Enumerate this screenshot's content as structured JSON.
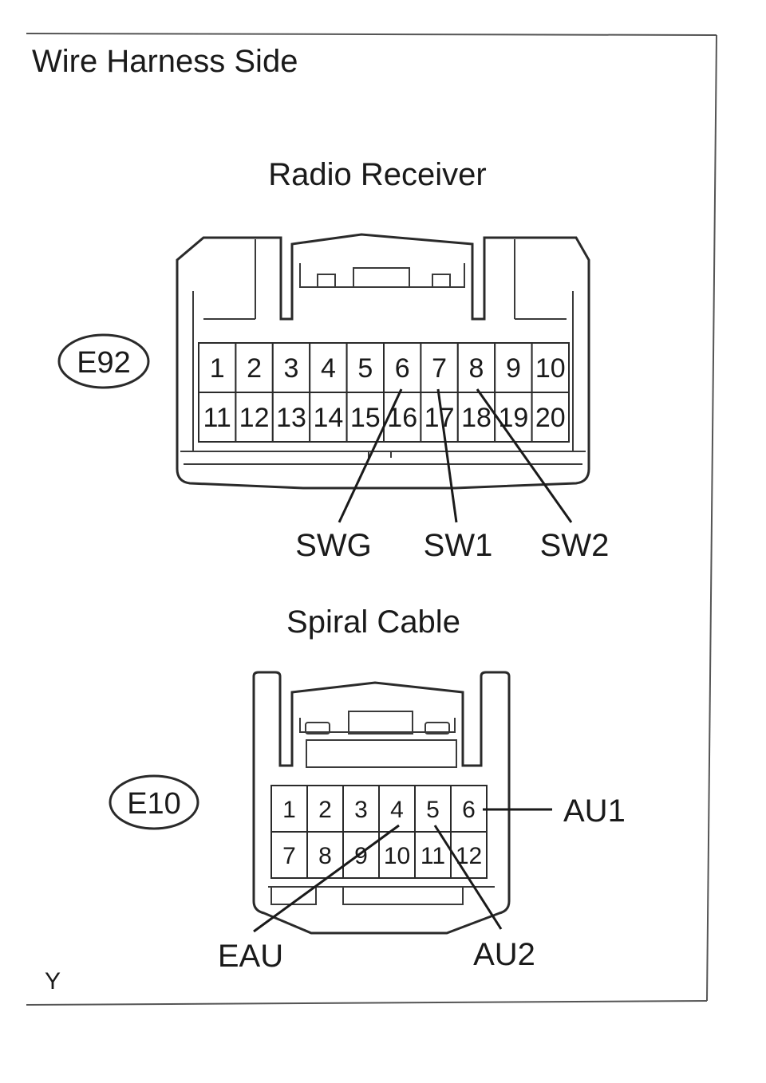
{
  "title": "Wire Harness Side",
  "corner_mark": "Y",
  "connectors": [
    {
      "id": "radio-receiver",
      "heading": "Radio Receiver",
      "code": "E92",
      "pins_top": [
        "1",
        "2",
        "3",
        "4",
        "5",
        "6",
        "7",
        "8",
        "9",
        "10"
      ],
      "pins_bottom": [
        "11",
        "12",
        "13",
        "14",
        "15",
        "16",
        "17",
        "18",
        "19",
        "20"
      ],
      "signals": [
        {
          "label": "SWG",
          "pin": "6"
        },
        {
          "label": "SW1",
          "pin": "7"
        },
        {
          "label": "SW2",
          "pin": "8"
        }
      ]
    },
    {
      "id": "spiral-cable",
      "heading": "Spiral Cable",
      "code": "E10",
      "pins_top": [
        "1",
        "2",
        "3",
        "4",
        "5",
        "6"
      ],
      "pins_bottom": [
        "7",
        "8",
        "9",
        "10",
        "11",
        "12"
      ],
      "signals": [
        {
          "label": "AU1",
          "pin": "6"
        },
        {
          "label": "EAU",
          "pin": "4"
        },
        {
          "label": "AU2",
          "pin": "5"
        }
      ]
    }
  ]
}
